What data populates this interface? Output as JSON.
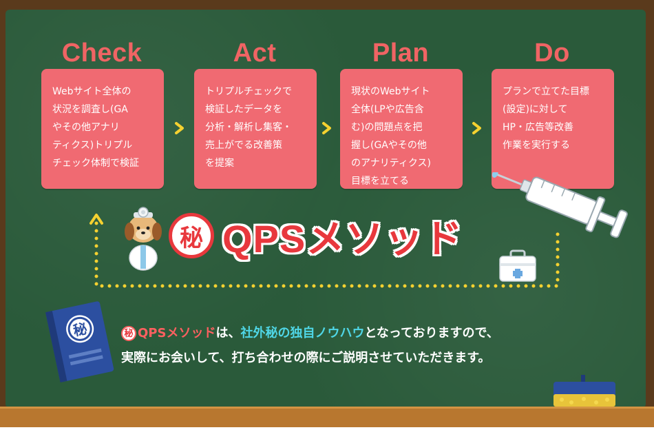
{
  "steps": [
    {
      "title": "Check",
      "text": "Webサイト全体の\n状況を調査し(GA\nやその他アナリ\nティクス)トリプル\nチェック体制で検証"
    },
    {
      "title": "Act",
      "text": "トリプルチェックで\n検証したデータを\n分析・解析し集客・\n売上がでる改善策\nを提案"
    },
    {
      "title": "Plan",
      "text": "現状のWebサイト\n全体(LPや広告含\nむ)の問題点を把\n握し(GAやその他\nのアナリティクス)\n目標を立てる"
    },
    {
      "title": "Do",
      "text": "プランで立てた目標\n(設定)に対して\nHP・広告等改善\n作業を実行する"
    }
  ],
  "method": {
    "seal_char": "秘",
    "name": "QPSメソッド"
  },
  "description": {
    "name": "QPSメソッド",
    "part1": "は、",
    "highlight": "社外秘の独自ノウハウ",
    "part2": "となっておりますので、",
    "line2": "実際にお会いして、打ち合わせの際にご説明させていただきます。"
  },
  "colors": {
    "board": "#2a5a3a",
    "card": "#f06a72",
    "title": "#f06464",
    "accent_red": "#e8383d",
    "accent_cyan": "#4fd6e6",
    "arrow": "#f5d130",
    "ledge": "#b8772f"
  },
  "icons": [
    "chevron-right-icon",
    "doctor-dog-illustration",
    "syringe-illustration",
    "first-aid-kit-illustration",
    "secret-notebook-illustration",
    "chalkboard-eraser-illustration"
  ]
}
